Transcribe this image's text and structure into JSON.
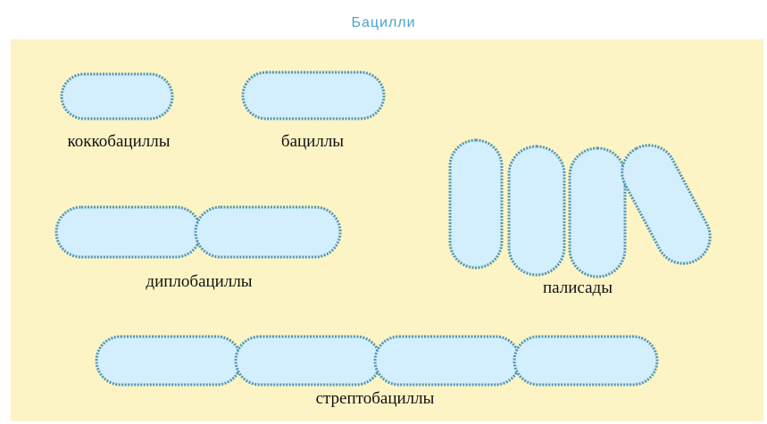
{
  "title": "Бацилли",
  "labels": {
    "coccobacilli": "коккобациллы",
    "bacilli": "бациллы",
    "diplobacilli": "диплобациллы",
    "palisade": "палисады",
    "streptobacilli": "стрептобациллы"
  },
  "colors": {
    "cell_fill": "#d3eefc",
    "cell_stroke": "#4f96b4",
    "panel_bg": "#fdf4c5",
    "title": "#4ea3c8"
  }
}
